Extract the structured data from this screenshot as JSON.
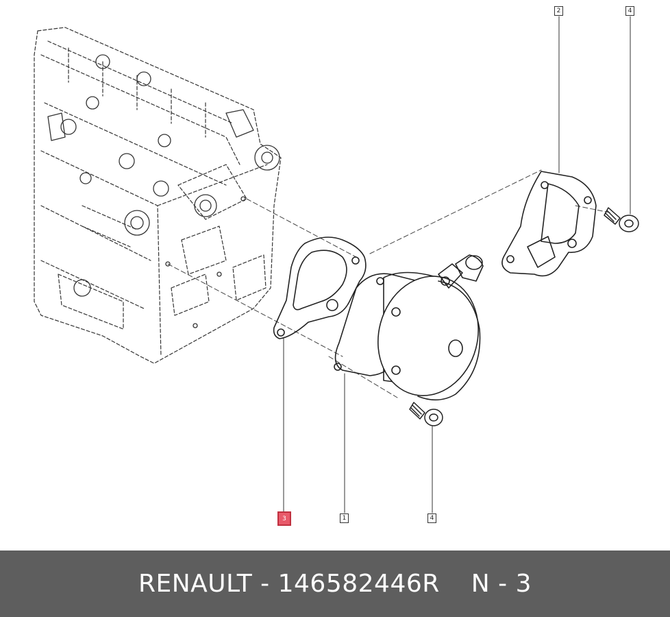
{
  "callouts": {
    "c2_top": "2",
    "c4_top": "4",
    "c3_bottom": "3",
    "c1_bottom": "1",
    "c4_bottom": "4"
  },
  "footer": {
    "part": "RENAULT - 146582446R",
    "qty": "N - 3"
  },
  "colors": {
    "highlight": "#e85a6a",
    "footer_bg": "#5e5e5e"
  }
}
